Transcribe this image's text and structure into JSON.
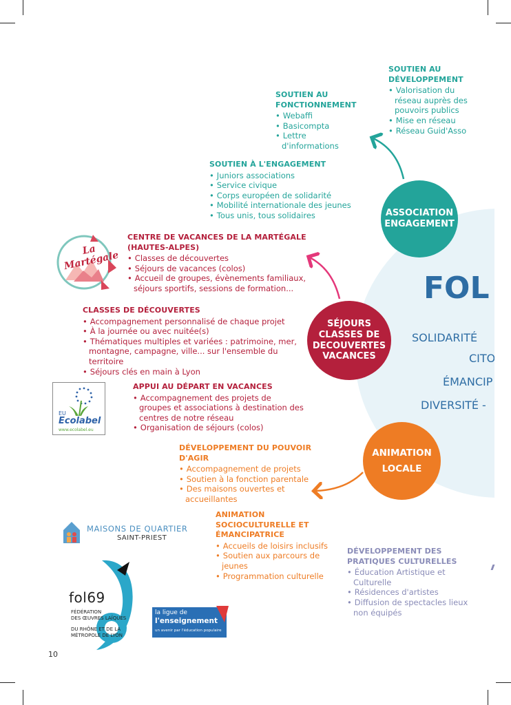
{
  "fol_panel": {
    "title": "FOL",
    "values": [
      "SOLIDARITÉ",
      "CITO",
      "ÉMANCIP",
      "DIVERSITÉ -"
    ]
  },
  "nodes": {
    "association": "ASSOCIATION ENGAGEMENT",
    "sejours": "SÉJOURS CLASSES DE DECOUVERTES VACANCES",
    "animation": "ANIMATION LOCALE"
  },
  "blocks": {
    "soutien_developpement": {
      "title": "SOUTIEN AU DÉVELOPPEMENT",
      "items": [
        "Valorisation du réseau auprès des pouvoirs publics",
        "Mise en réseau",
        "Réseau Guid'Asso"
      ]
    },
    "soutien_fonctionnement": {
      "title": "SOUTIEN AU FONCTIONNEMENT",
      "items": [
        "Webaffi",
        "Basicompta",
        "Lettre d'informations"
      ]
    },
    "soutien_engagement": {
      "title": "SOUTIEN À L'ENGAGEMENT",
      "items": [
        "Juniors associations",
        "Service civique",
        "Corps européen de solidarité",
        "Mobilité internationale des jeunes",
        "Tous unis, tous solidaires"
      ]
    },
    "centre_vacances": {
      "title": "CENTRE DE VACANCES DE LA MARTÉGALE (HAUTES-ALPES)",
      "items": [
        "Classes de découvertes",
        "Séjours de vacances (colos)",
        "Accueil de groupes, évènements familiaux, séjours sportifs, sessions de formation..."
      ]
    },
    "classes_decouvertes": {
      "title": "CLASSES DE DÉCOUVERTES",
      "items": [
        "Accompagnement personnalisé de chaque projet",
        "À la journée ou avec nuitée(s)",
        "Thématiques multiples et variées : patrimoine, mer, montagne, campagne, ville... sur l'ensemble du territoire",
        "Séjours clés en main à Lyon"
      ]
    },
    "appui_depart": {
      "title": "APPUI AU DÉPART EN VACANCES",
      "items": [
        "Accompagnement des projets de groupes et associations à destination des centres de notre réseau",
        "Organisation de séjours (colos)"
      ]
    },
    "pouvoir_agir": {
      "title": "DÉVELOPPEMENT DU POUVOIR D'AGIR",
      "items": [
        "Accompagnement de projets",
        "Soutien à la fonction parentale",
        "Des maisons ouvertes et accueillantes"
      ]
    },
    "animation_socio": {
      "title": "ANIMATION SOCIOCULTURELLE ET ÉMANCIPATRICE",
      "items": [
        "Accueils de loisirs inclusifs",
        "Soutien aux parcours de jeunes",
        "Programmation culturelle"
      ]
    },
    "pratiques_culturelles": {
      "title": "DÉVELOPPEMENT DES PRATIQUES CULTURELLES",
      "items": [
        "Éducation Artistique et Culturelle",
        "Résidences d'artistes",
        "Diffusion de spectacles lieux non équipés"
      ]
    }
  },
  "logos": {
    "martegale": "La Martégale",
    "ecolabel_eu": "EU",
    "ecolabel_name": "Ecolabel",
    "ecolabel_url": "www.ecolabel.eu",
    "maisons_line1": "MAISONS DE QUARTIER",
    "maisons_line2": "SAINT-PRIEST",
    "fol69_name": "fol69",
    "fol69_line1": "FÉDÉRATION",
    "fol69_line2": "DES ŒUVRES LAÏQUES",
    "fol69_line3": "DU RHÔNE ET DE LA",
    "fol69_line4": "MÉTROPOLE DE LYON",
    "ligue_line1": "la ligue de",
    "ligue_line2": "l'enseignement",
    "ligue_tagline": "un avenir par l'éducation populaire"
  },
  "page_number": "10",
  "colors": {
    "teal": "#23a49a",
    "red": "#b4203c",
    "orange": "#ee7c24",
    "purple": "#8a8cb8",
    "fol_blue": "#2e6da4",
    "light_blue": "#e8f3f8"
  }
}
